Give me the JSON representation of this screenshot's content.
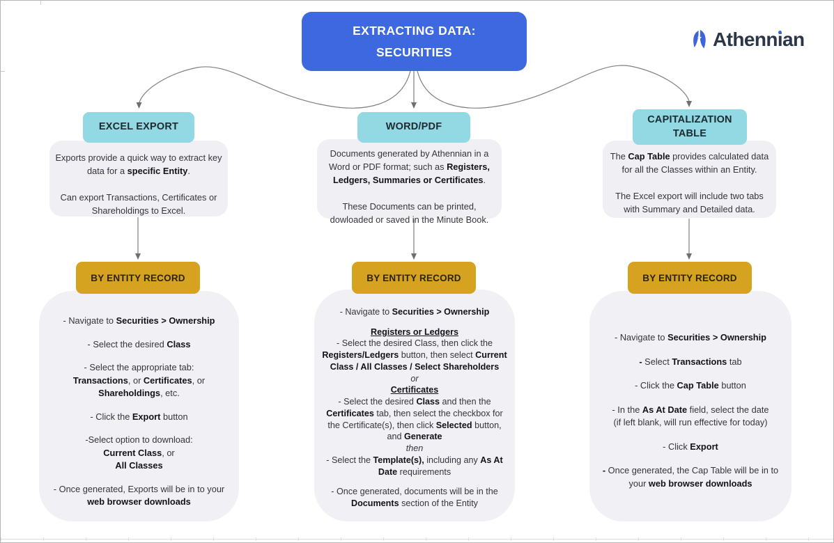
{
  "title": "EXTRACTING DATA:\nSECURITIES",
  "brand": {
    "name": "Athennian"
  },
  "colors": {
    "title_bg": "#3d68e0",
    "header_bg": "#92d9e4",
    "badge_bg": "#d5a31f",
    "card_bg": "#efeff4",
    "brand_blue": "#3d63dd",
    "brand_navy": "#2b3648",
    "arrow": "#7f7f7f"
  },
  "columns": [
    {
      "header": "EXCEL EXPORT",
      "description": [
        "Exports provide a quick way to extract key data for a **specific Entity**.",
        "Can export Transactions, Certificates or Shareholdings to Excel."
      ],
      "badge": "BY ENTITY RECORD",
      "steps": [
        "- Navigate to **Securities > Ownership**",
        "- Select the desired **Class**",
        "- Select the appropriate tab:\n**Transactions**, or **Certificates**, or\n**Shareholdings**, etc.",
        "- Click the **Export** button",
        "-Select option to download:\n**Current Class**, or\n**All Classes**",
        "- Once generated, Exports will be in to your\n**web browser downloads**"
      ]
    },
    {
      "header": "WORD/PDF",
      "description": [
        "Documents generated by Athennian in a Word or PDF format; such as **Registers, Ledgers, Summaries or Certificates**.",
        "These Documents can be printed, dowloaded or saved in the Minute Book."
      ],
      "badge": "BY ENTITY RECORD",
      "steps": [
        "- Navigate to **Securities > Ownership**",
        "**__Registers or Ledgers__**\n- Select the desired Class, then click the **Registers/Ledgers** button, then select **Current Class / All Classes / Select Shareholders**\n//or//\n**__Certificates__**\n- Select the desired **Class** and then the **Certificates** tab, then select the checkbox for the Certificate(s), then click **Selected** button, and **Generate**\n//then//\n- Select the **Template(s),** including any **As At Date** requirements",
        "- Once generated, documents will be in the\n**Documents** section of the Entity"
      ]
    },
    {
      "header": "CAPITALIZATION TABLE",
      "description": [
        "The **Cap Table** provides calculated data for all the Classes within an Entity.",
        "The Excel export will include two tabs with Summary and Detailed data."
      ],
      "badge": "BY ENTITY RECORD",
      "steps": [
        "- Navigate to **Securities > Ownership**",
        "**-** Select **Transactions** tab",
        "- Click the **Cap Table** button",
        "- In the **As At Date** field, select the date\n(if left blank, will run effective for today)",
        "- Click **Export**",
        "**-** Once generated, the Cap Table will be in to\nyour **web browser downloads**"
      ]
    }
  ]
}
